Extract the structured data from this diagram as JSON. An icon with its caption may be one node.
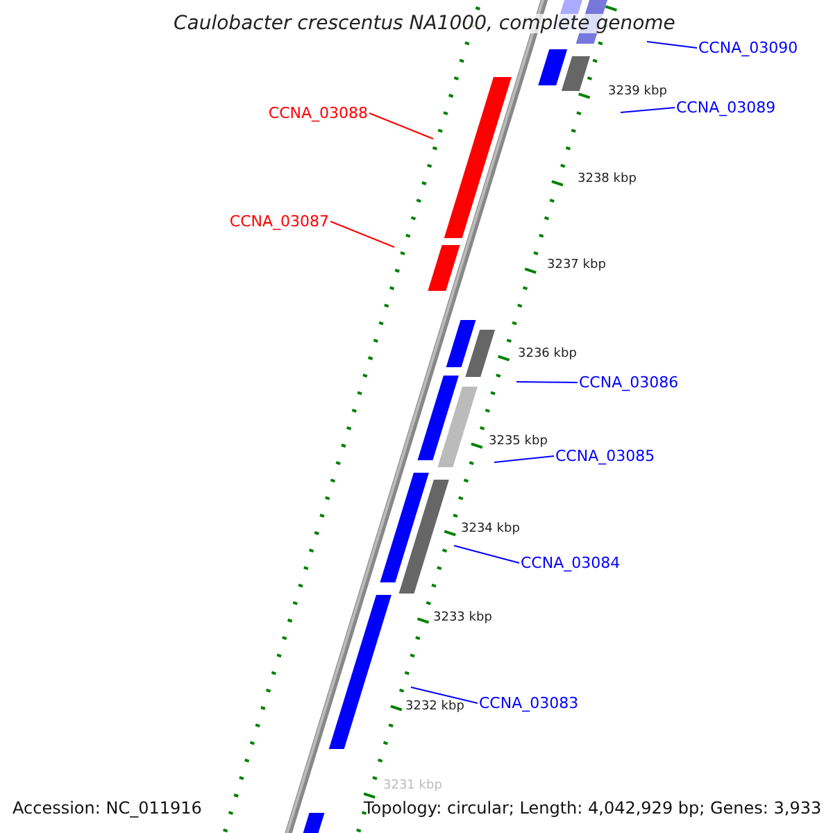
{
  "diagram": {
    "title": "Caulobacter crescentus NA1000, complete genome",
    "nodes": [
      {
        "text": [
          "CCNA_03090"
        ]
      },
      {
        "text": [
          "CCNA_03089"
        ]
      },
      {
        "text": [
          "CCNA_03088"
        ]
      },
      {
        "text": [
          "CCNA_03087"
        ]
      },
      {
        "text": [
          "CCNA_03086"
        ]
      },
      {
        "text": [
          "CCNA_03085"
        ]
      },
      {
        "text": [
          "CCNA_03084"
        ]
      },
      {
        "text": [
          "CCNA_03083"
        ]
      }
    ],
    "edges": [
      {
        "from": 0,
        "to": null,
        "arrow": "none"
      },
      {
        "from": 1,
        "to": null,
        "arrow": "none"
      },
      {
        "from": 2,
        "to": null,
        "arrow": "none",
        "color": "#ff0000"
      },
      {
        "from": 3,
        "to": null,
        "arrow": "none",
        "color": "#ff0000"
      },
      {
        "from": 4,
        "to": null,
        "arrow": "none"
      },
      {
        "from": 5,
        "to": null,
        "arrow": "none"
      },
      {
        "from": 6,
        "to": null,
        "arrow": "none"
      },
      {
        "from": 7,
        "to": null,
        "arrow": "none"
      }
    ],
    "labels": [
      "3239 kbp",
      "3238 kbp",
      "3237 kbp",
      "3236 kbp",
      "3235 kbp",
      "3234 kbp",
      "3233 kbp",
      "3232 kbp",
      "3231 kbp",
      "Accession: NC_011916",
      "Topology: circular; Length: 4,042,929 bp; Genes: 3,933"
    ]
  }
}
